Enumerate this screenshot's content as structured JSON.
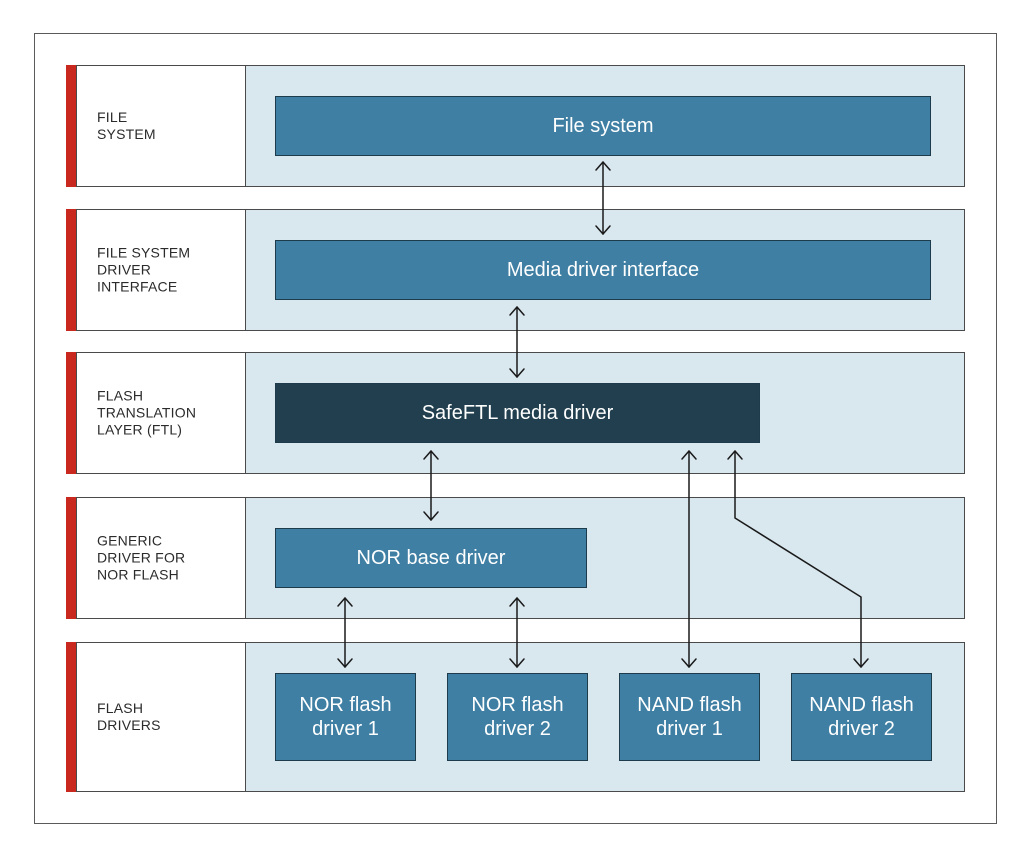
{
  "colors": {
    "accent": "#c8281e",
    "layer_bg": "#d9e7ef",
    "box_fill": "#3f7fa3",
    "box_fill_dark": "#213f4e",
    "arrow": "#1a1a1a"
  },
  "layers": [
    {
      "label": "FILE\nSYSTEM"
    },
    {
      "label": "FILE SYSTEM\nDRIVER\nINTERFACE"
    },
    {
      "label": "FLASH\nTRANSLATION\nLAYER (FTL)"
    },
    {
      "label": "GENERIC\nDRIVER FOR\nNOR FLASH"
    },
    {
      "label": "FLASH\nDRIVERS"
    }
  ],
  "boxes": {
    "file_system": "File system",
    "media_driver_interface": "Media driver interface",
    "safeftl_media_driver": "SafeFTL media driver",
    "nor_base_driver": "NOR base driver",
    "nor_flash_driver_1": "NOR flash\ndriver 1",
    "nor_flash_driver_2": "NOR flash\ndriver 2",
    "nand_flash_driver_1": "NAND flash\ndriver 1",
    "nand_flash_driver_2": "NAND flash\ndriver 2"
  }
}
